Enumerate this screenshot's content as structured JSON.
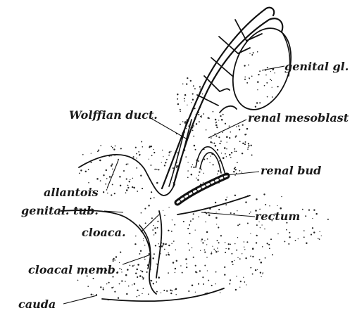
{
  "labels": {
    "genital_gland": "genital gl.",
    "wolffian_duct": "Wolffian duct.",
    "renal_mesoblast": "renal mesoblast",
    "renal_bud": "renal bud",
    "allantois": "allantois",
    "rectum": "rectum",
    "genital_tubercle": "genital. tub.",
    "cloaca": "cloaca.",
    "cloacal_membrane": "cloacal memb.",
    "cauda": "cauda"
  },
  "colors": {
    "ink": "#111111",
    "paper": "#ffffff"
  }
}
